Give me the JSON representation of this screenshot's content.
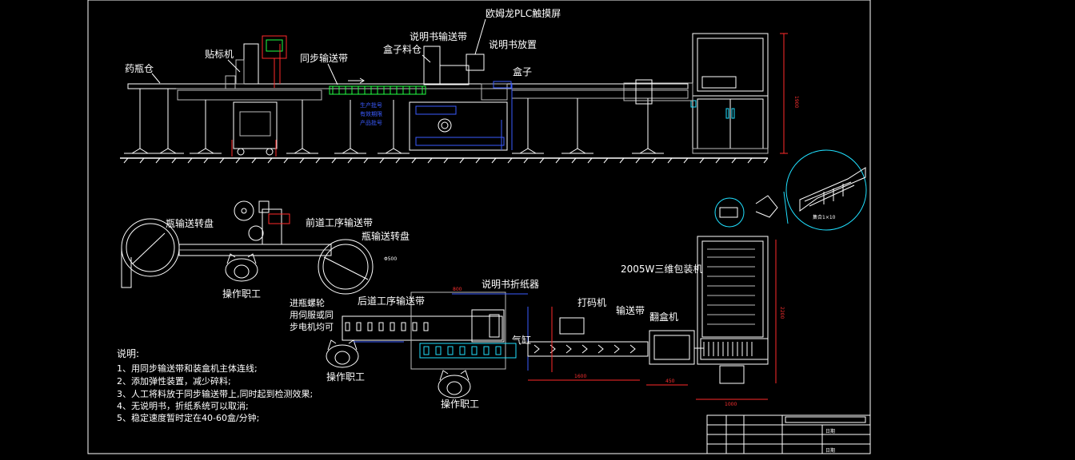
{
  "top_view": {
    "labels": {
      "yaoping_cang": "药瓶仓",
      "tiebiao_ji": "贴标机",
      "tongbu_shusongdai": "同步输送带",
      "shuomingshu_shusongdai": "说明书输送带",
      "hezi_liaocang": "盒子料仓",
      "omron_screen": "欧姆龙PLC触摸屏",
      "shuomingshu_fangzhi": "说明书放置",
      "hezi": "盒子"
    },
    "height_dim": "1900"
  },
  "plan_view": {
    "labels": {
      "ping_zhuanpan_left": "瓶输送转盘",
      "qiandao_shusongdai": "前道工序输送带",
      "ping_zhuanpan_right": "瓶输送转盘",
      "caozuo_zhigong_1": "操作职工",
      "houdao_shusongdai": "后道工序输送带",
      "shuomingshu_zhezhiqi": "说明书折纸器",
      "damaji": "打码机",
      "shusongdai": "输送带",
      "fanheji": "翻盒机",
      "packer": "2005W三维包装机",
      "caozuo_zhigong_2": "操作职工",
      "caozuo_zhigong_3": "操作职工",
      "qigang": "气缸",
      "side_note_1": "进瓶螺轮",
      "side_note_2": "用伺服或同",
      "side_note_3": "步电机均可",
      "dia_500": "Φ500",
      "pack_note": "集合1×10"
    },
    "dims": {
      "d1600": "1600",
      "d450": "450",
      "d1000": "1000",
      "d2200": "2200",
      "d800": "800"
    }
  },
  "notes": {
    "title": "说明:",
    "items": [
      "1、用同步输送带和装盒机主体连线;",
      "2、添加弹性装置，减少碎料;",
      "3、人工将料放于同步输送带上,同时起到检测效果;",
      "4、无说明书，折纸系统可以取消;",
      "5、稳定速度暂时定在40-60盒/分钟;"
    ]
  },
  "title_block": {
    "mark": "日期"
  },
  "colors": {
    "background": "#000000",
    "line": "#ffffff",
    "accent_blue": "#3a5bff",
    "accent_red": "#ff2a2a",
    "accent_cyan": "#20e0ff",
    "accent_green": "#22ff44"
  }
}
